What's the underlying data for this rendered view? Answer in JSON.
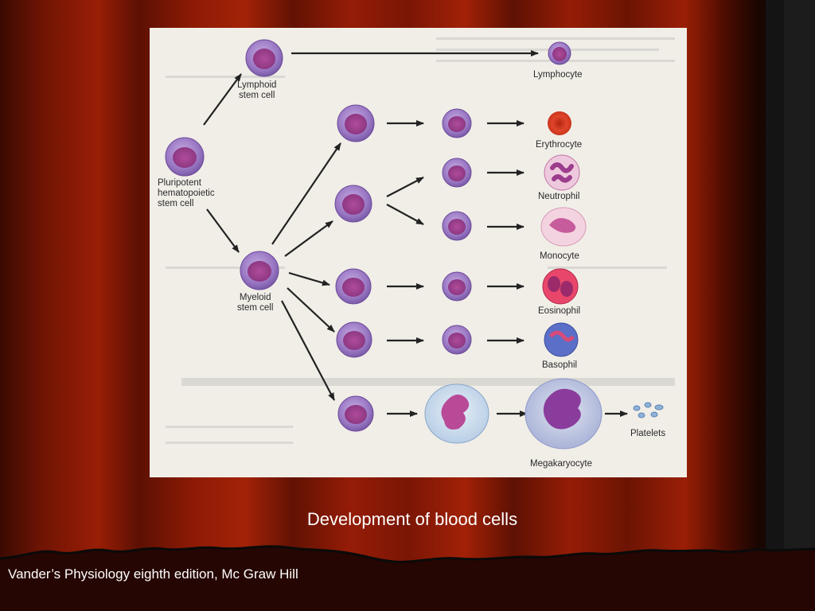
{
  "slide": {
    "caption": "Development of blood cells",
    "footer": "Vander’s Physiology eighth edition, Mc Graw Hill"
  },
  "colors": {
    "curtain_red": "#8b1a06",
    "curtain_dark": "#3a0a02",
    "side_black": "#0d0d0d",
    "figure_bg": "#f1eee8",
    "cell_purple": "#9a78c4",
    "nucleus": "#9c3c8c",
    "erythrocyte": "#e0452a"
  },
  "diagram": {
    "stem": {
      "pluripotent": "Pluripotent\nhematopoietic\nstem cell",
      "lymphoid": "Lymphoid\nstem cell",
      "myeloid": "Myeloid\nstem cell"
    },
    "mature_cells": {
      "lymphocyte": "Lymphocyte",
      "erythrocyte": "Erythrocyte",
      "neutrophil": "Neutrophil",
      "monocyte": "Monocyte",
      "eosinophil": "Eosinophil",
      "basophil": "Basophil",
      "megakaryocyte": "Megakaryocyte",
      "platelets": "Platelets"
    }
  }
}
